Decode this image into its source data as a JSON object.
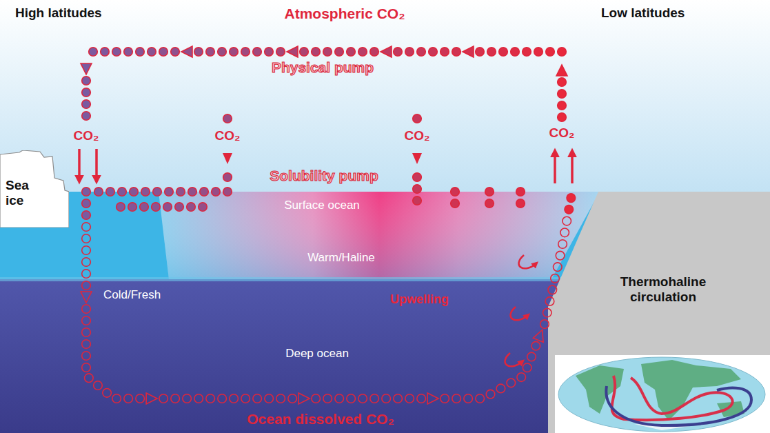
{
  "diagram": {
    "nodes": [
      {
        "text": [
          "Sea ice"
        ]
      }
    ],
    "labels": [
      "High latitudes",
      "Atmospheric CO₂",
      "Low latitudes",
      "Physical pump",
      "CO₂",
      "CO₂",
      "CO₂",
      "CO₂",
      "Solubility pump",
      "Surface ocean",
      "Warm/Haline",
      "Cold/Fresh",
      "Upwelling",
      "Thermohaline circulation",
      "Deep ocean",
      "Ocean dissolved CO₂"
    ]
  }
}
